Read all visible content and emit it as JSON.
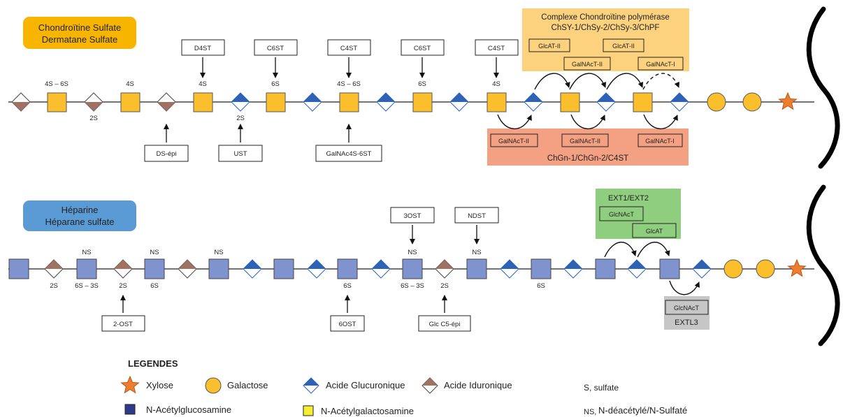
{
  "cs": {
    "title_line1": "Chondroïtine Sulfate",
    "title_line2": "Dermatane Sulfate",
    "polymerase_line1": "Complexe Chondroïtine polymérase",
    "polymerase_line2": "ChSY-1/ChSy-2/ChSy-3/ChPF",
    "top_enzymes": [
      "D4ST",
      "C6ST",
      "C4ST",
      "C6ST",
      "C4ST"
    ],
    "bottom_enzymes": [
      "DS-épi",
      "UST",
      "GalNAc4S-6ST"
    ],
    "sulfation_labels": [
      "4S – 6S",
      "2S",
      "4S",
      "4S",
      "2S",
      "6S",
      "4S – 6S",
      "6S",
      "4S"
    ],
    "poly_enzymes": [
      "GlcAT-II",
      "GlcAT-II",
      "GalNAcT-II",
      "GalNAcT-I"
    ],
    "chgn_enzymes": [
      "GalNAcT-II",
      "GalNAcT-II",
      "GalNAcT-I"
    ],
    "chgn_label": "ChGn-1/ChGn-2/C4ST"
  },
  "hs": {
    "title_line1": "Héparine",
    "title_line2": "Héparane sulfate",
    "top_enzymes": [
      "3OST",
      "NDST"
    ],
    "bottom_enzymes": [
      "2-OST",
      "6OST",
      "Glc C5-épi"
    ],
    "sulfation_labels": [
      "NS",
      "NS",
      "NS",
      "NS",
      "NS",
      "2S",
      "6S – 3S",
      "2S",
      "6S",
      "6S",
      "6S – 3S",
      "2S",
      "6S"
    ],
    "ext_label": "EXT1/EXT2",
    "ext_enzymes": [
      "GlcNAcT",
      "GlcAT"
    ],
    "extl3_enzyme": "GlcNAcT",
    "extl3_label": "EXTL3"
  },
  "legend": {
    "title": "LEGENDES",
    "xylose": "Xylose",
    "galactose": "Galactose",
    "glucuronic": "Acide Glucuronique",
    "iduronic": "Acide Iduronique",
    "glcnac": "N-Acétylglucosamine",
    "galnac": "N-Acétylgalactosamine",
    "sulfate": "S, sulfate",
    "ns_prefix": "NS,",
    "ns_text": "N-déacétylé/N-Sulfaté"
  },
  "colors": {
    "galnac": "#fbbf2d",
    "glcnac": "#7f93cf",
    "glucuronic": "#2e62b4",
    "iduronic": "#a07264",
    "galactose": "#fbbf2d",
    "xylose": "#ee7d2e",
    "cs_title_bg": "#f7b500",
    "hs_title_bg": "#5b9bd5",
    "polymerase_bg": "#fdd27e",
    "chgn_bg": "#f4a183",
    "ext_bg": "#8fce7e",
    "extl3_bg": "#c6c6c6"
  }
}
